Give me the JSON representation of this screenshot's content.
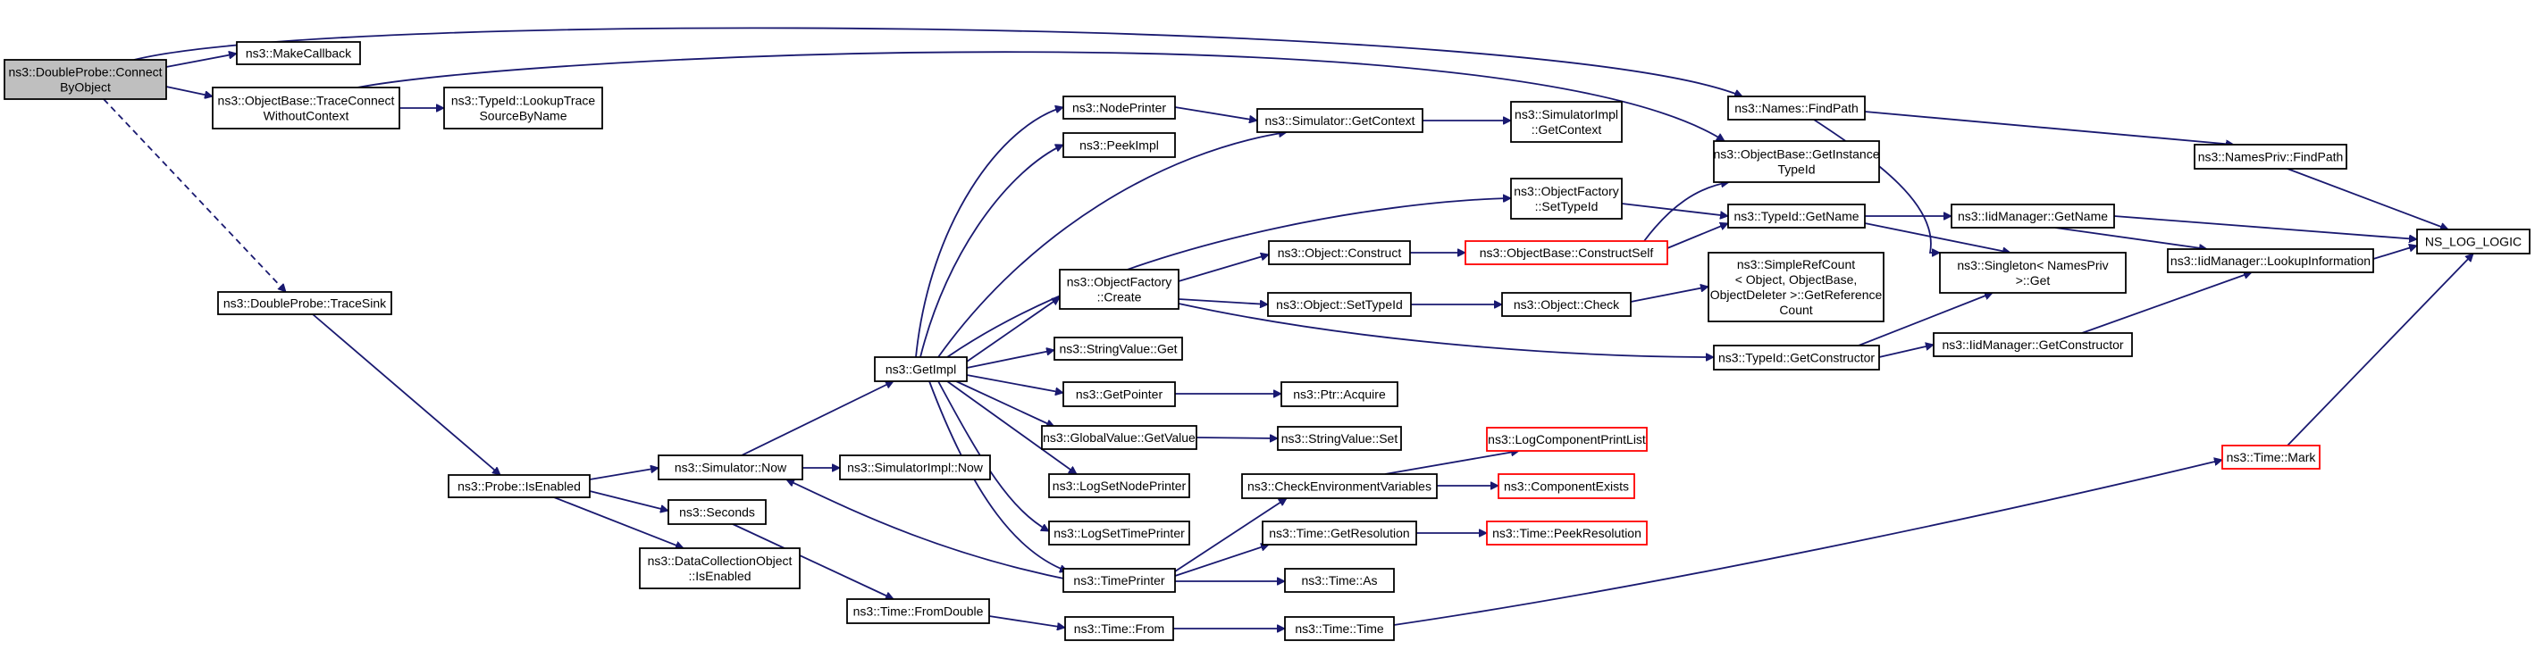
{
  "colors": {
    "edge": "#191970",
    "root_fill": "#bfbfbf",
    "truncated_border": "#ff0000",
    "node_border": "#000000"
  },
  "nodes": [
    {
      "id": "connect",
      "lines": [
        "ns3::DoubleProbe::Connect",
        "ByObject"
      ],
      "style": "root"
    },
    {
      "id": "makecallback",
      "lines": [
        "ns3::MakeCallback"
      ]
    },
    {
      "id": "traceconnect",
      "lines": [
        "ns3::ObjectBase::TraceConnect",
        "WithoutContext"
      ]
    },
    {
      "id": "lookuptrace",
      "lines": [
        "ns3::TypeId::LookupTrace",
        "SourceByName"
      ]
    },
    {
      "id": "tracesink",
      "lines": [
        "ns3::DoubleProbe::TraceSink"
      ]
    },
    {
      "id": "isenabled",
      "lines": [
        "ns3::Probe::IsEnabled"
      ]
    },
    {
      "id": "simnow",
      "lines": [
        "ns3::Simulator::Now"
      ]
    },
    {
      "id": "seconds",
      "lines": [
        "ns3::Seconds"
      ]
    },
    {
      "id": "dcoenabled",
      "lines": [
        "ns3::DataCollectionObject",
        "::IsEnabled"
      ]
    },
    {
      "id": "simimplnow",
      "lines": [
        "ns3::SimulatorImpl::Now"
      ]
    },
    {
      "id": "fromdouble",
      "lines": [
        "ns3::Time::FromDouble"
      ]
    },
    {
      "id": "getimpl",
      "lines": [
        "ns3::GetImpl"
      ]
    },
    {
      "id": "nodeprinter",
      "lines": [
        "ns3::NodePrinter"
      ]
    },
    {
      "id": "peekimpl",
      "lines": [
        "ns3::PeekImpl"
      ]
    },
    {
      "id": "ofcreate",
      "lines": [
        "ns3::ObjectFactory",
        "::Create"
      ]
    },
    {
      "id": "strget",
      "lines": [
        "ns3::StringValue::Get"
      ]
    },
    {
      "id": "getpointer",
      "lines": [
        "ns3::GetPointer"
      ]
    },
    {
      "id": "gvgetvalue",
      "lines": [
        "ns3::GlobalValue::GetValue"
      ]
    },
    {
      "id": "logsetnode",
      "lines": [
        "ns3::LogSetNodePrinter"
      ]
    },
    {
      "id": "logsettime",
      "lines": [
        "ns3::LogSetTimePrinter"
      ]
    },
    {
      "id": "timeprinter",
      "lines": [
        "ns3::TimePrinter"
      ]
    },
    {
      "id": "timefrom",
      "lines": [
        "ns3::Time::From"
      ]
    },
    {
      "id": "getcontext",
      "lines": [
        "ns3::Simulator::GetContext"
      ]
    },
    {
      "id": "simimplgetctx",
      "lines": [
        "ns3::SimulatorImpl",
        "::GetContext"
      ]
    },
    {
      "id": "ofsettypeid",
      "lines": [
        "ns3::ObjectFactory",
        "::SetTypeId"
      ]
    },
    {
      "id": "objconstruct",
      "lines": [
        "ns3::Object::Construct"
      ]
    },
    {
      "id": "objsettypeid",
      "lines": [
        "ns3::Object::SetTypeId"
      ]
    },
    {
      "id": "ptracquire",
      "lines": [
        "ns3::Ptr::Acquire"
      ]
    },
    {
      "id": "strset",
      "lines": [
        "ns3::StringValue::Set"
      ]
    },
    {
      "id": "checkenv",
      "lines": [
        "ns3::CheckEnvironmentVariables"
      ]
    },
    {
      "id": "getres",
      "lines": [
        "ns3::Time::GetResolution"
      ]
    },
    {
      "id": "timeas",
      "lines": [
        "ns3::Time::As"
      ]
    },
    {
      "id": "timetime",
      "lines": [
        "ns3::Time::Time"
      ]
    },
    {
      "id": "constructself",
      "lines": [
        "ns3::ObjectBase::ConstructSelf"
      ],
      "style": "trunc"
    },
    {
      "id": "objcheck",
      "lines": [
        "ns3::Object::Check"
      ]
    },
    {
      "id": "logcompprint",
      "lines": [
        "ns3::LogComponentPrintList"
      ],
      "style": "trunc"
    },
    {
      "id": "compexists",
      "lines": [
        "ns3::ComponentExists"
      ],
      "style": "trunc"
    },
    {
      "id": "peekres",
      "lines": [
        "ns3::Time::PeekResolution"
      ],
      "style": "trunc"
    },
    {
      "id": "findpath",
      "lines": [
        "ns3::Names::FindPath"
      ]
    },
    {
      "id": "getinstance",
      "lines": [
        "ns3::ObjectBase::GetInstance",
        "TypeId"
      ]
    },
    {
      "id": "typeidgetname",
      "lines": [
        "ns3::TypeId::GetName"
      ]
    },
    {
      "id": "simplerefcount",
      "lines": [
        "ns3::SimpleRefCount",
        "< Object, ObjectBase,",
        "ObjectDeleter >::GetReference",
        "Count"
      ]
    },
    {
      "id": "typeidgetctor",
      "lines": [
        "ns3::TypeId::GetConstructor"
      ]
    },
    {
      "id": "namesprivfind",
      "lines": [
        "ns3::NamesPriv::FindPath"
      ]
    },
    {
      "id": "iidgetname",
      "lines": [
        "ns3::IidManager::GetName"
      ]
    },
    {
      "id": "singleton",
      "lines": [
        "ns3::Singleton< NamesPriv",
        ">::Get"
      ]
    },
    {
      "id": "iidgetctor",
      "lines": [
        "ns3::IidManager::GetConstructor"
      ]
    },
    {
      "id": "iidlookup",
      "lines": [
        "ns3::IidManager::LookupInformation"
      ]
    },
    {
      "id": "timemark",
      "lines": [
        "ns3::Time::Mark"
      ],
      "style": "trunc"
    },
    {
      "id": "nslog",
      "lines": [
        "NS_LOG_LOGIC"
      ]
    }
  ]
}
